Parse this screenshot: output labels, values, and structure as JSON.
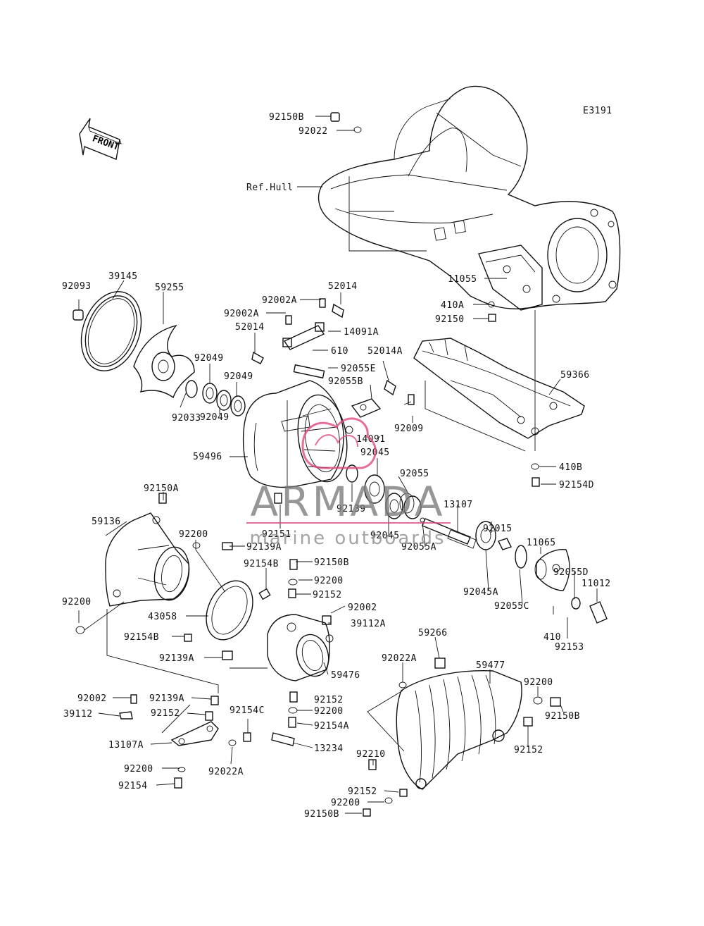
{
  "diagram": {
    "code": "E3191",
    "front_label": "FRONT",
    "watermark": {
      "brand": "ARMADA",
      "tagline": "marine outboards",
      "color": "#e0457f"
    },
    "labels": [
      "92150B",
      "92022",
      "Ref.Hull",
      "11055",
      "410A",
      "92150",
      "92093",
      "39145",
      "59255",
      "92002A",
      "52014",
      "92002A",
      "52014",
      "14091A",
      "610",
      "92049",
      "92049",
      "92049",
      "92033",
      "92055E",
      "52014A",
      "92055B",
      "92009",
      "59366",
      "59496",
      "14091",
      "92045",
      "410B",
      "92154D",
      "92055",
      "13107",
      "92139",
      "92045",
      "92055A",
      "92150A",
      "59136",
      "92200",
      "92151",
      "92139A",
      "92154B",
      "92150B",
      "92200",
      "92152",
      "92002",
      "39112A",
      "92200",
      "43058",
      "92154B",
      "92139A",
      "59476",
      "92015",
      "11065",
      "92055D",
      "11012",
      "92045A",
      "92055C",
      "410",
      "92153",
      "59266",
      "92022A",
      "59477",
      "92200",
      "92002",
      "92139A",
      "39112",
      "92152",
      "92152",
      "92200",
      "92154C",
      "92154A",
      "13107A",
      "13234",
      "92210",
      "92150B",
      "92152",
      "92200",
      "92022A",
      "92154",
      "92152",
      "92200",
      "92150B"
    ]
  }
}
